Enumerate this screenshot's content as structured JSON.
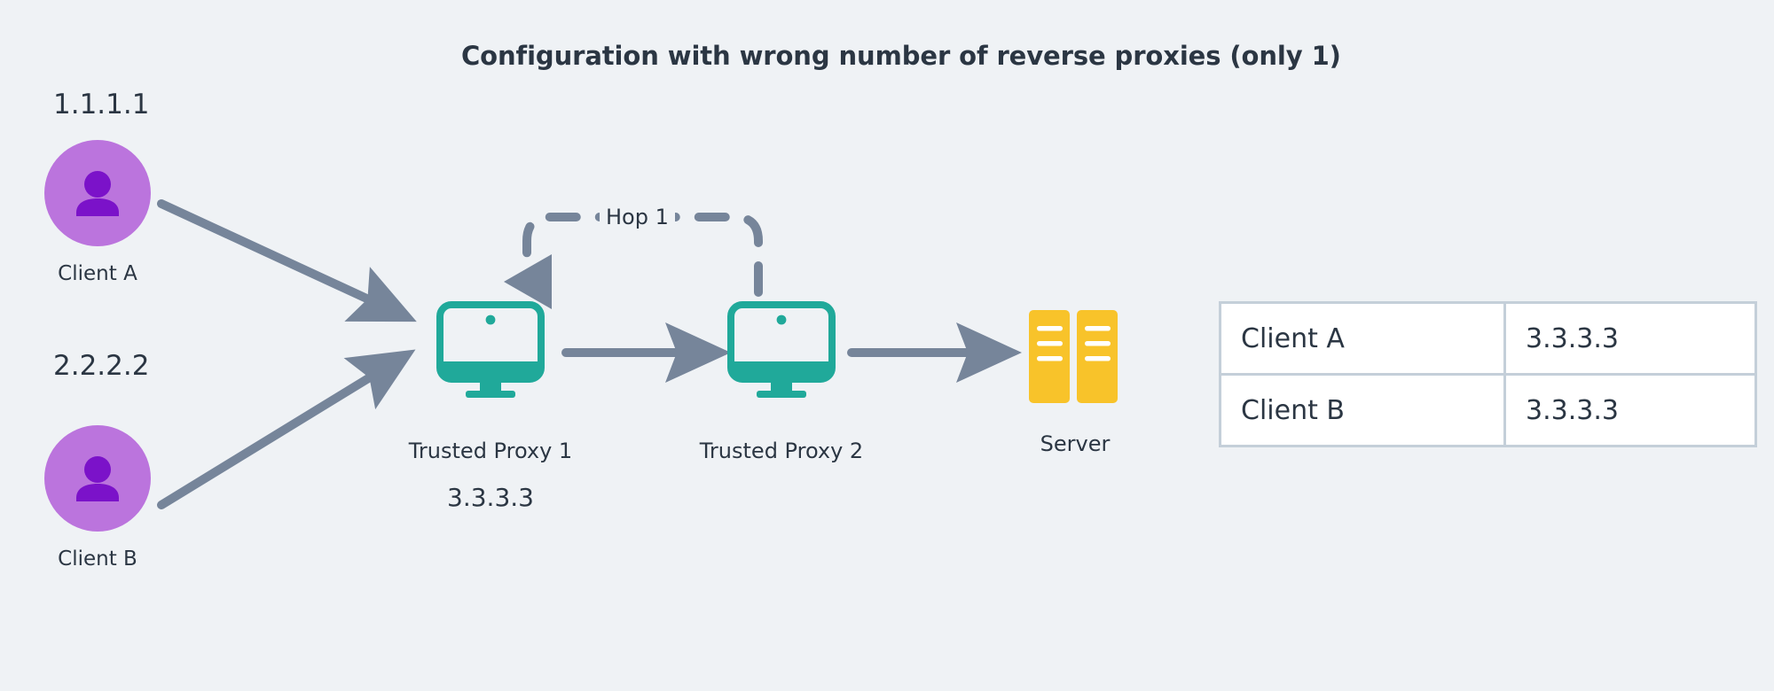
{
  "title": "Configuration with wrong number of reverse proxies (only 1)",
  "background_color": "#eff2f5",
  "text_color": "#2b3643",
  "palette": {
    "client_circle": "#bb74dd",
    "client_glyph": "#7b12c9",
    "proxy_teal": "#20a99a",
    "server_yellow": "#f8c32a",
    "arrow_gray": "#76859a",
    "table_border": "#c4cfd9",
    "table_cell_bg": "#ffffff"
  },
  "clients": [
    {
      "ip": "1.1.1.1",
      "label": "Client A",
      "icon": "person-icon"
    },
    {
      "ip": "2.2.2.2",
      "label": "Client B",
      "icon": "person-icon"
    }
  ],
  "nodes": [
    {
      "label": "Trusted Proxy 1",
      "sublabel": "3.3.3.3",
      "icon": "monitor-icon"
    },
    {
      "label": "Trusted Proxy 2",
      "sublabel": "",
      "icon": "monitor-icon"
    },
    {
      "label": "Server",
      "sublabel": "",
      "icon": "server-icon"
    }
  ],
  "hop": {
    "label": "Hop 1",
    "style": "dashed",
    "direction": "proxy2-to-proxy1"
  },
  "table": {
    "columns": [
      "client",
      "resolved_ip"
    ],
    "rows": [
      {
        "client": "Client A",
        "resolved_ip": "3.3.3.3"
      },
      {
        "client": "Client B",
        "resolved_ip": "3.3.3.3"
      }
    ]
  }
}
